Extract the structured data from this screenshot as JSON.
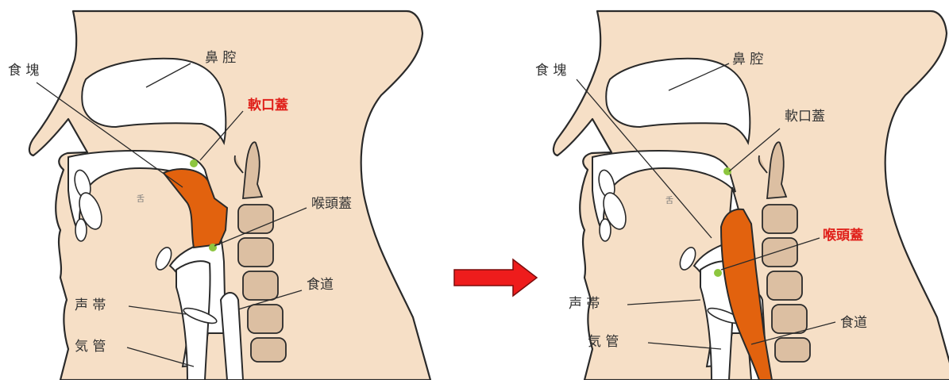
{
  "panels": [
    {
      "labels": {
        "bolus": "食 塊",
        "nasal_cavity": "鼻 腔",
        "soft_palate": "軟口蓋",
        "epiglottis": "喉頭蓋",
        "tongue": "舌",
        "esophagus": "食道",
        "vocal_cords": "声 帯",
        "trachea": "気 管"
      },
      "highlighted": "soft_palate"
    },
    {
      "labels": {
        "bolus": "食 塊",
        "nasal_cavity": "鼻 腔",
        "soft_palate": "軟口蓋",
        "epiglottis": "喉頭蓋",
        "tongue": "舌",
        "esophagus": "食道",
        "vocal_cords": "声 帯",
        "trachea": "気 管"
      },
      "highlighted": "epiglottis"
    }
  ],
  "colors": {
    "skin": "#f6dfc6",
    "bone": "#dcbfa2",
    "bolus": "#e2620e",
    "highlight_text": "#e0201a",
    "marker_dot": "#8dc63f",
    "arrow": "#ee1c1c"
  },
  "icons": {
    "transition": "right-arrow-icon"
  }
}
